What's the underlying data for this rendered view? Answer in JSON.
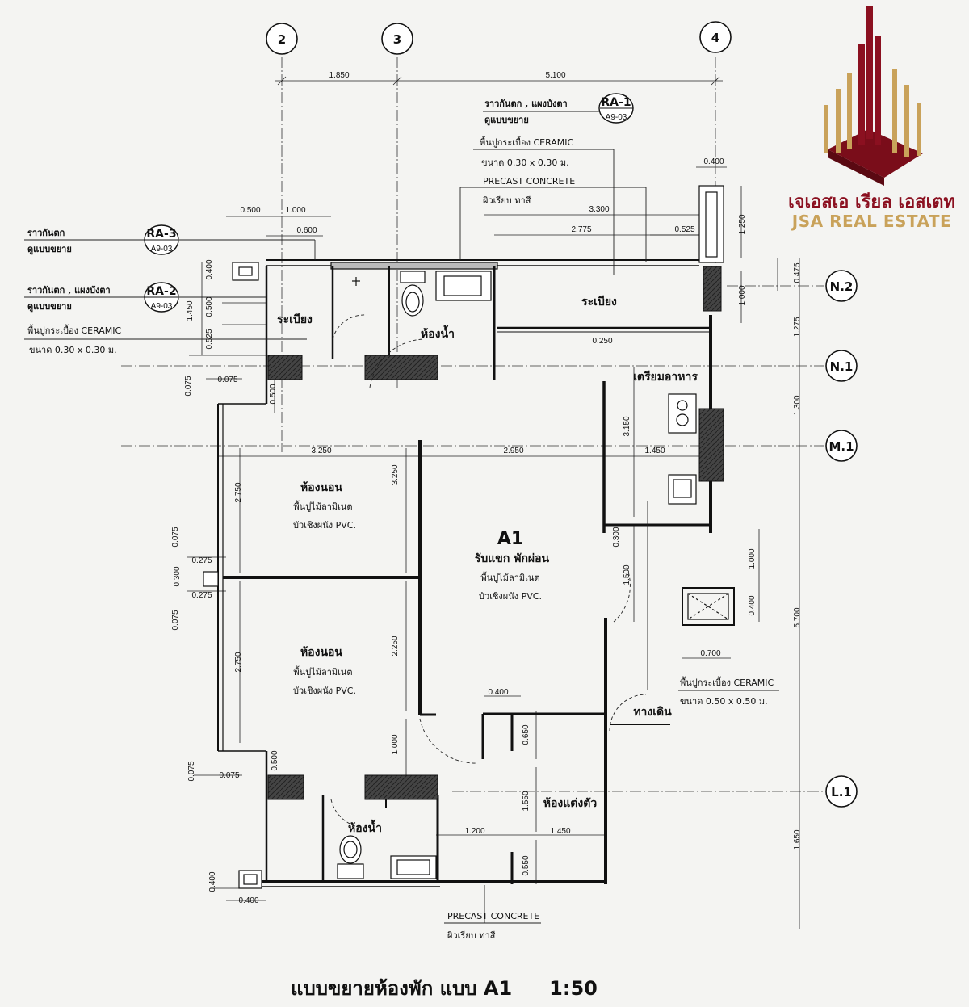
{
  "brand": {
    "name_th": "เจเอสเอ เรียล เอสเตท",
    "name_en": "JSA REAL ESTATE",
    "colors": {
      "maroon": "#8b1020",
      "gold": "#c9a25a"
    }
  },
  "title": {
    "text": "แบบขยายห้องพัก แบบ A1",
    "scale": "1:50"
  },
  "grid_axes": {
    "vertical": [
      "2",
      "3",
      "4"
    ],
    "horizontal": [
      "N.2",
      "N.1",
      "M.1",
      "L.1"
    ]
  },
  "unit_name": "A1",
  "rooms": {
    "balcony_left": "ระเบียง",
    "balcony_right": "ระเบียง",
    "bathroom_top": "ห้องน้ำ",
    "bathroom_bottom": "ห้องน้ำ",
    "kitchen": "เตรียมอาหาร",
    "bedroom_1": "ห้องนอน",
    "bedroom_2": "ห้องนอน",
    "living": "รับแขก พักผ่อน",
    "walkway": "ทางเดิน",
    "dressing": "ห้องแต่งตัว"
  },
  "room_notes": {
    "laminate_floor": "พื้นปูไม้ลามิเนต",
    "pvc_skirting": "บัวเชิงผนัง PVC."
  },
  "callouts": {
    "ra1": {
      "tag": "RA-1",
      "ref": "A9-03",
      "line1": "ราวกันตก , แผงบังตา",
      "line2": "ดูแบบขยาย",
      "line3": "พื้นปูกระเบื้อง CERAMIC",
      "line4": "ขนาด 0.30 x 0.30 ม.",
      "line5": "PRECAST CONCRETE",
      "line6": "ผิวเรียบ ทาสี"
    },
    "ra3": {
      "tag": "RA-3",
      "ref": "A9-03",
      "line1": "ราวกันตก",
      "line2": "ดูแบบขยาย"
    },
    "ra2": {
      "tag": "RA-2",
      "ref": "A9-03",
      "line1": "ราวกันตก , แผงบังตา",
      "line2": "ดูแบบขยาย",
      "line3": "พื้นปูกระเบื้อง CERAMIC",
      "line4": "ขนาด 0.30 x 0.30 ม."
    },
    "walkway_floor": {
      "line1": "พื้นปูกระเบื้อง CERAMIC",
      "line2": "ขนาด 0.50 x 0.50 ม."
    },
    "bottom_precast": {
      "line1": "PRECAST CONCRETE",
      "line2": "ผิวเรียบ ทาสี"
    }
  },
  "dimensions": {
    "top_1850": "1.850",
    "top_5100": "5.100",
    "d0400_top": "0.400",
    "d0500": "0.500",
    "d1000_a": "1.000",
    "d0600": "0.600",
    "d3300": "3.300",
    "d2775": "2.775",
    "d0525_r": "0.525",
    "d1250": "1.250",
    "d1000_r": "1.000",
    "d0475": "0.475",
    "d1275": "1.275",
    "d1300": "1.300",
    "d5700": "5.700",
    "d1650": "1.650",
    "d0400_l": "0.400",
    "d1450_l": "1.450",
    "d0500_l": "0.500",
    "d0525_l": "0.525",
    "d0250": "0.250",
    "d0075_a": "0.075",
    "d0075_b": "0.075",
    "d0500_c": "0.500",
    "d3250_m": "3.250",
    "d2950": "2.950",
    "d1450_m": "1.450",
    "d3150": "3.150",
    "d3250_v": "3.250",
    "d2750_a": "2.750",
    "d2250": "2.250",
    "d2750_b": "2.750",
    "d0075_c": "0.075",
    "d0275_a": "0.275",
    "d0300": "0.300",
    "d0275_b": "0.275",
    "d0075_d": "0.075",
    "d0300_k": "0.300",
    "d1500": "1.500",
    "d1000_k": "1.000",
    "d0400_k": "0.400",
    "d0700": "0.700",
    "d0400_d": "0.400",
    "d0650": "0.650",
    "d1000_b": "1.000",
    "d1550": "1.550",
    "d1200": "1.200",
    "d1450_b": "1.450",
    "d0550": "0.550",
    "d0075_e": "0.075",
    "d0075_f": "0.075",
    "d0500_b": "0.500",
    "d0400_bl": "0.400",
    "d0400_bb": "0.400"
  }
}
